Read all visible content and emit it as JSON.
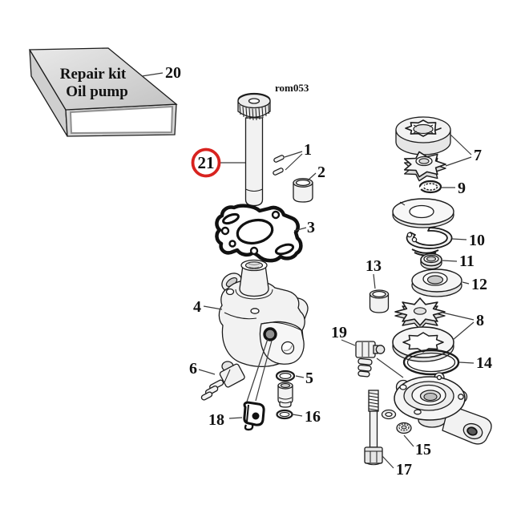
{
  "diagram": {
    "watermark": "rom053",
    "box": {
      "line1": "Repair kit",
      "line2": "Oil pump"
    },
    "highlight_color": "#d8231f",
    "labels": {
      "n1": "1",
      "n2": "2",
      "n3": "3",
      "n4": "4",
      "n5": "5",
      "n6": "6",
      "n7": "7",
      "n8": "8",
      "n9": "9",
      "n10": "10",
      "n11": "11",
      "n12": "12",
      "n13": "13",
      "n14": "14",
      "n15": "15",
      "n16": "16",
      "n17": "17",
      "n18": "18",
      "n19": "19",
      "n20": "20",
      "n21": "21"
    }
  }
}
